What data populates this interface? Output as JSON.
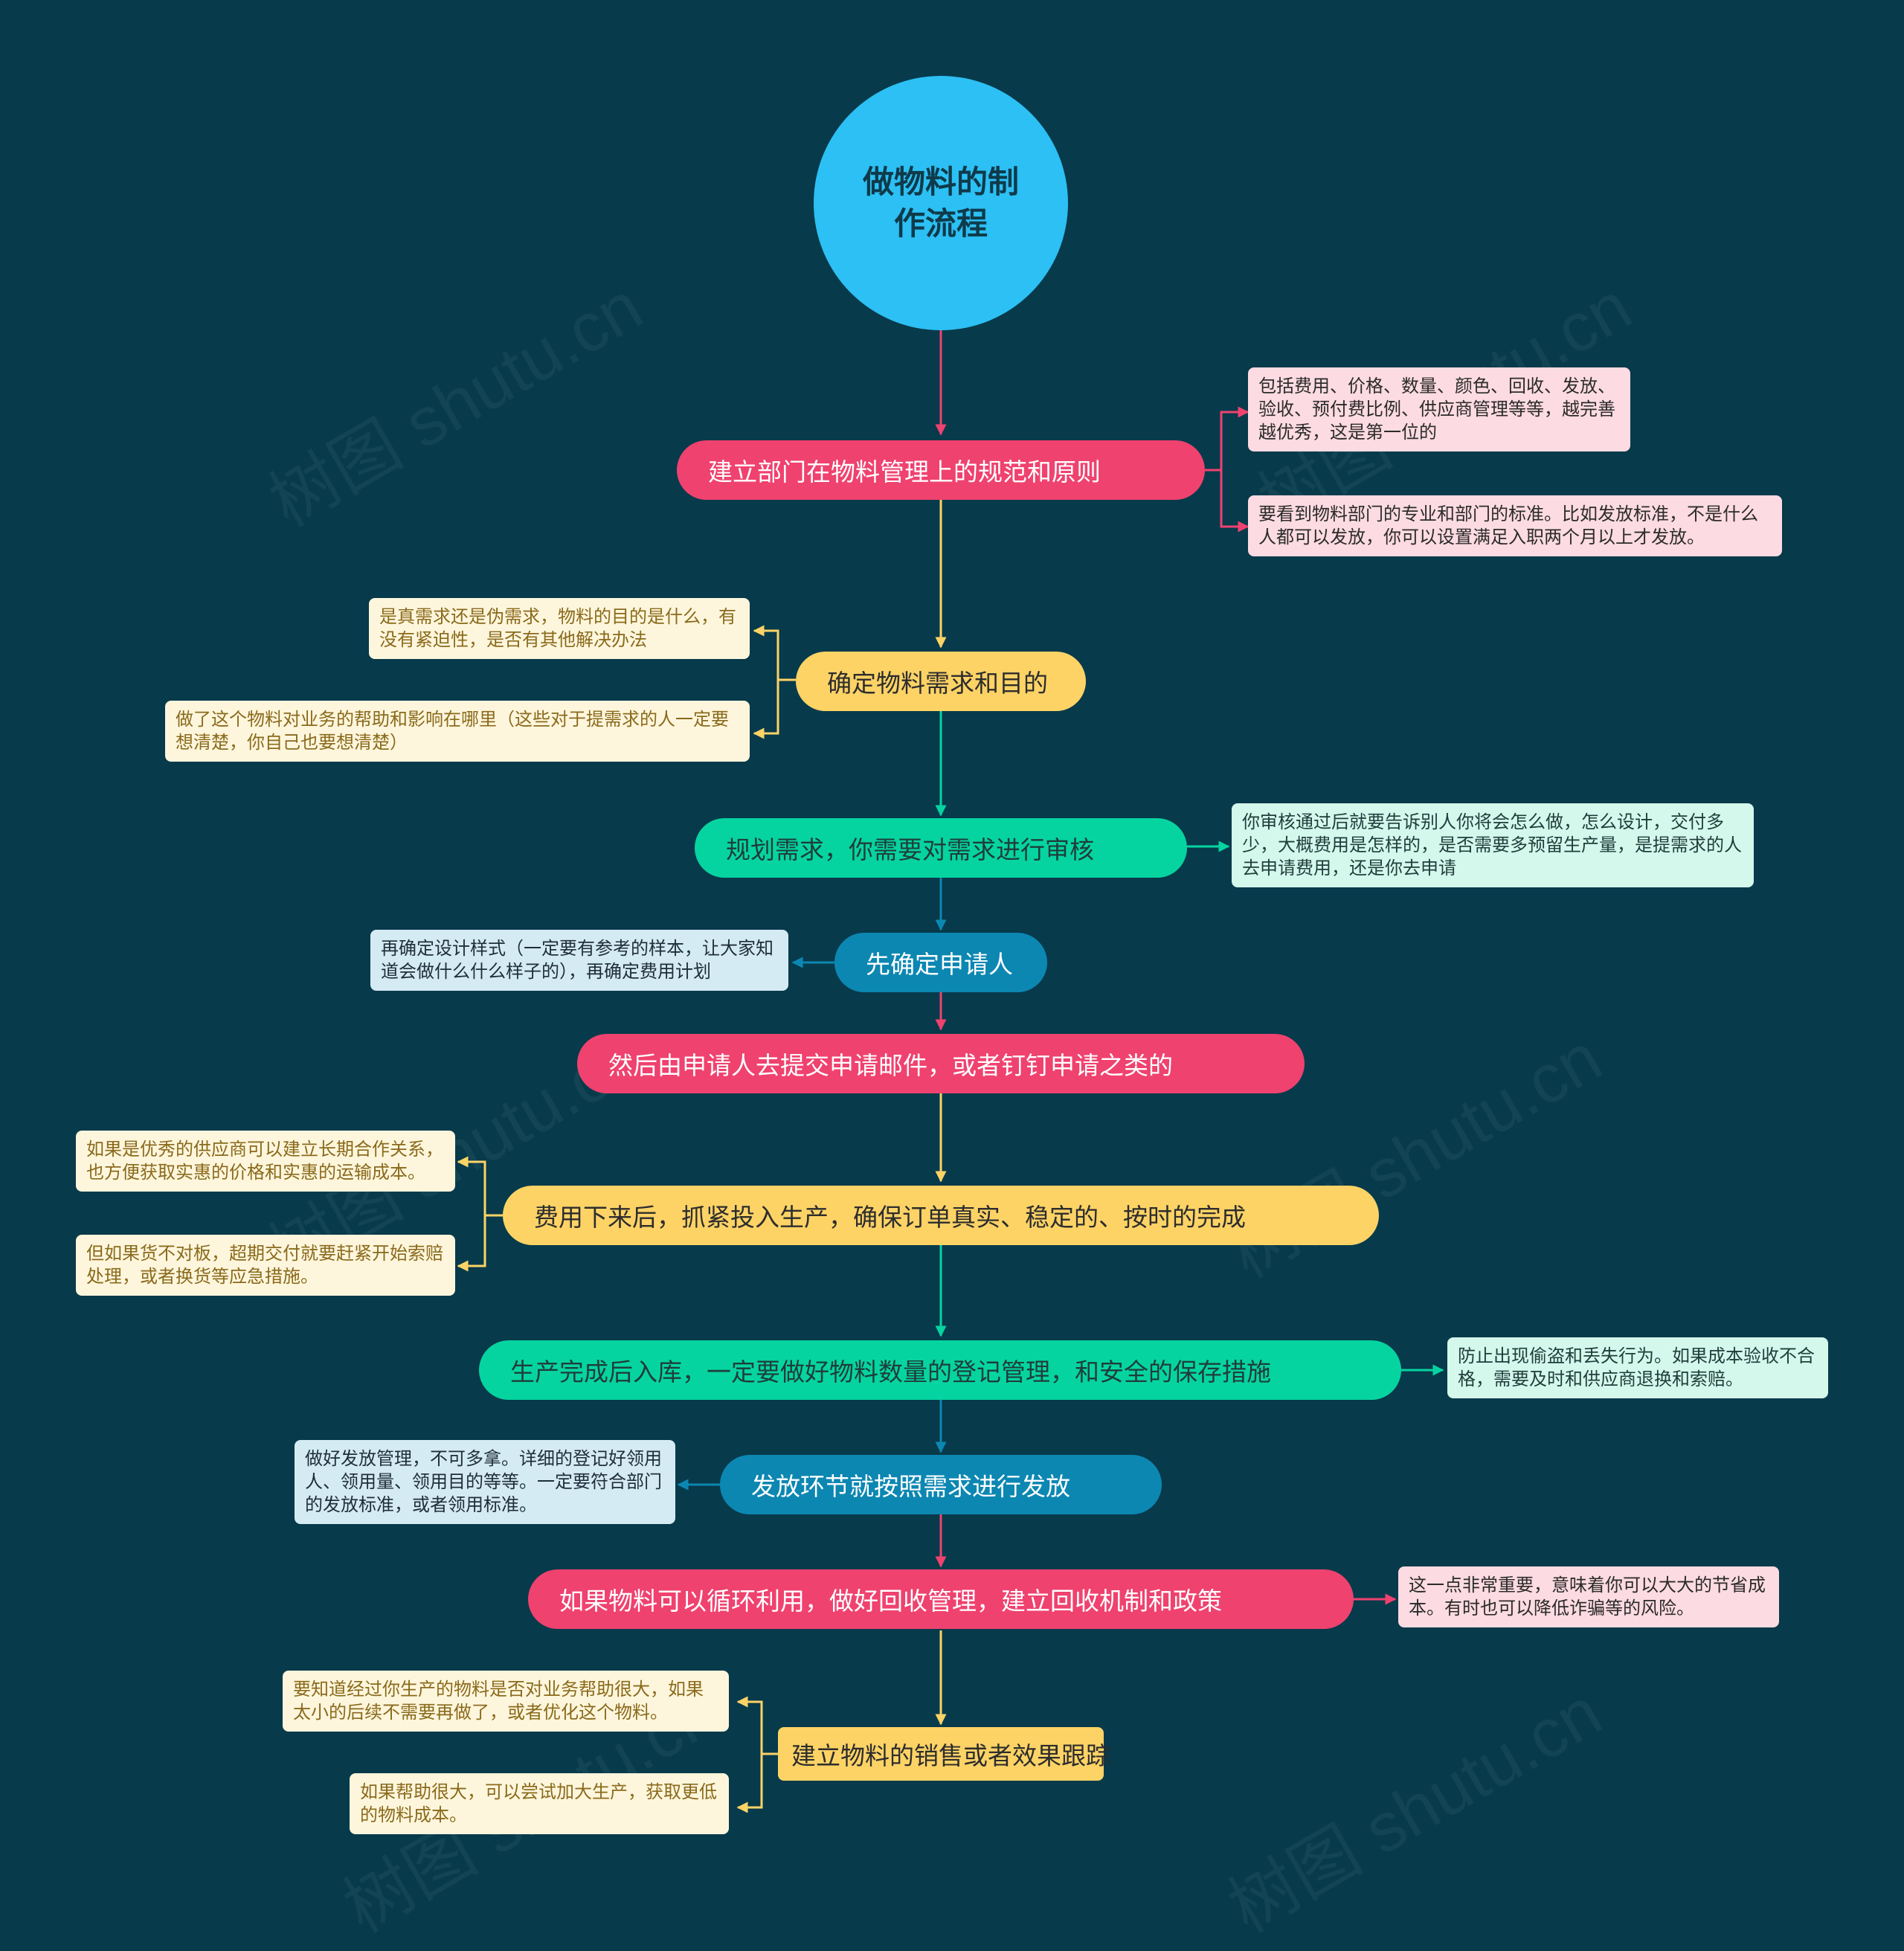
{
  "root": {
    "title": "做物料的制作流程"
  },
  "steps": [
    "建立部门在物料管理上的规范和原则",
    "确定物料需求和目的",
    "规划需求，你需要对需求进行审核",
    "先确定申请人",
    "然后由申请人去提交申请邮件，或者钉钉申请之类的",
    "费用下来后，抓紧投入生产，确保订单真实、稳定的、按时的完成",
    "生产完成后入库，一定要做好物料数量的登记管理，和安全的保存措施",
    "发放环节就按照需求进行发放",
    "如果物料可以循环利用，做好回收管理，建立回收机制和政策",
    "建立物料的销售或者效果跟踪"
  ],
  "notes": [
    "包括费用、价格、数量、颜色、回收、发放、验收、预付费比例、供应商管理等等，越完善越优秀，这是第一位的",
    "要看到物料部门的专业和部门的标准。比如发放标准，不是什么人都可以发放，你可以设置满足入职两个月以上才发放。",
    "是真需求还是伪需求，物料的目的是什么，有没有紧迫性，是否有其他解决办法",
    "做了这个物料对业务的帮助和影响在哪里（这些对于提需求的人一定要想清楚，你自己也要想清楚）",
    "你审核通过后就要告诉别人你将会怎么做，怎么设计，交付多少，大概费用是怎样的，是否需要多预留生产量，是提需求的人去申请费用，还是你去申请",
    "再确定设计样式（一定要有参考的样本，让大家知道会做什么什么样子的），再确定费用计划",
    "如果是优秀的供应商可以建立长期合作关系，也方便获取实惠的价格和实惠的运输成本。",
    "但如果货不对板，超期交付就要赶紧开始索赔处理，或者换货等应急措施。",
    "防止出现偷盗和丢失行为。如果成本验收不合格，需要及时和供应商退换和索赔。",
    "做好发放管理，不可多拿。详细的登记好领用人、领用量、领用目的等等。一定要符合部门的发放标准，或者领用标准。",
    "这一点非常重要，意味着你可以大大的节省成本。有时也可以降低诈骗等的风险。",
    "要知道经过你生产的物料是否对业务帮助很大，如果太小的后续不需要再做了，或者优化这个物料。",
    "如果帮助很大，可以尝试加大生产，获取更低的物料成本。"
  ],
  "colors": {
    "background": "#073a4b",
    "root": "#2cc0f4",
    "pink": "#ef426f",
    "yellow": "#fdd366",
    "green": "#06d4a0",
    "teal": "#0c87b2"
  },
  "watermark": "树图 shutu.cn"
}
